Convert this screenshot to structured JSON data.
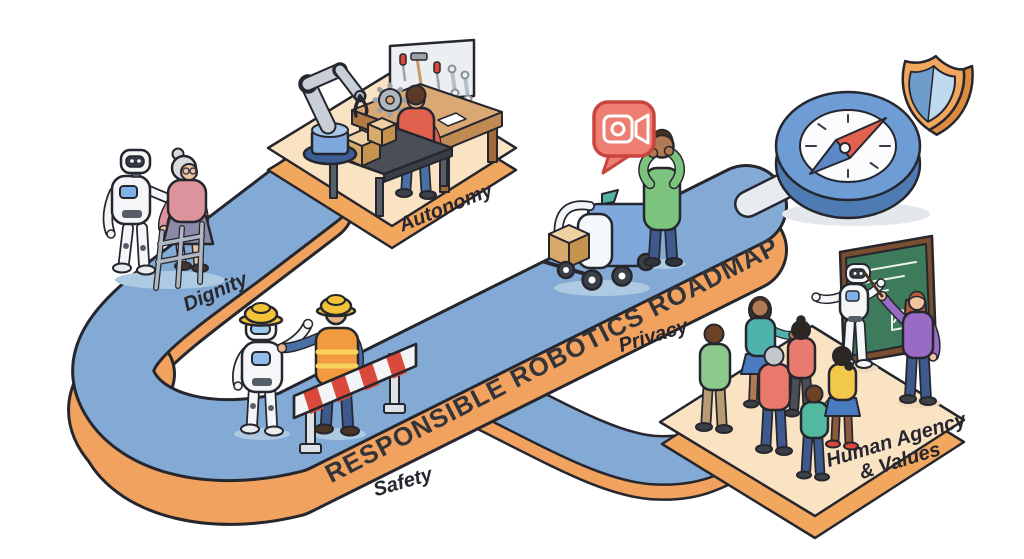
{
  "title": "RESPONSIBLE ROBOTICS ROADMAP",
  "stations": {
    "dignity": {
      "label": "Dignity"
    },
    "autonomy": {
      "label": "Autonomy"
    },
    "safety": {
      "label": "Safety"
    },
    "privacy": {
      "label": "Privacy"
    },
    "human_agency": {
      "label_line1": "Human Agency",
      "label_line2": "& Values"
    }
  },
  "icons": [
    "walker-icon",
    "robotic-arm-icon",
    "tool-pegboard-icon",
    "traffic-barrier-icon",
    "hard-hat-icon",
    "delivery-robot-icon",
    "camera-speech-bubble-icon",
    "compass-icon",
    "shield-icon",
    "chalkboard-icon"
  ],
  "palette": {
    "road_blue": "#82AAD5",
    "road_side_orange": "#F0A25E",
    "platform_top": "#FAE3C2",
    "platform_side": "#F2A75F",
    "outline": "#26262E",
    "label_text": "#26262E",
    "alert_red": "#EE7E72",
    "barrier_red": "#D9483B",
    "compass_blue": "#6E9CD4",
    "needle_red": "#E2604E",
    "chalkboard_green": "#3E7A5C",
    "robot_white": "#F4F6F8"
  }
}
